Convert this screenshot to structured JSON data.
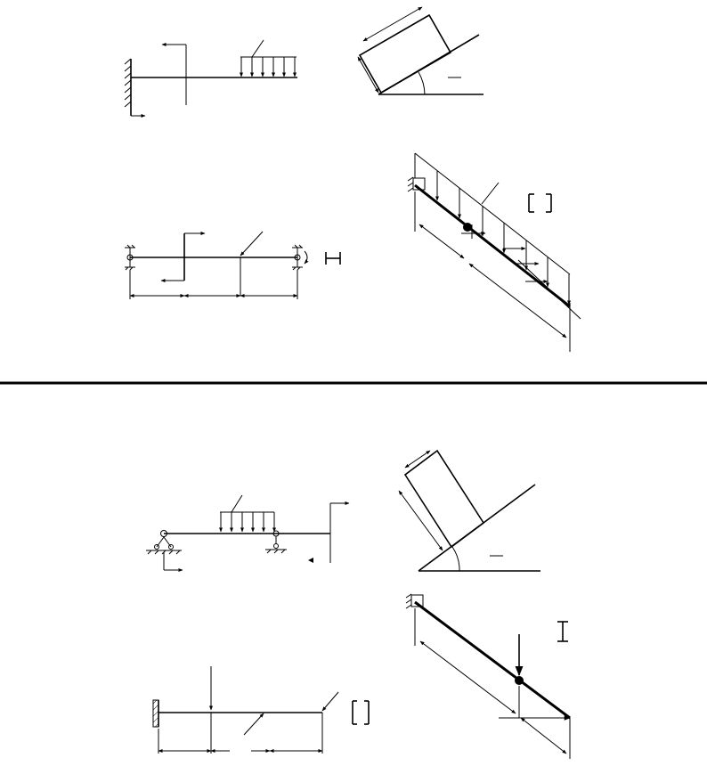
{
  "sheet": {
    "upper_half": [
      "cantilever-with-distributed-load",
      "block-on-incline",
      "inclined-beam-with-distributed-load",
      "simply-supported-beam"
    ],
    "lower_half": [
      "overhang-beam-with-distributed-load",
      "block-on-incline",
      "inclined-beam-with-point-load",
      "cantilever-with-point-load"
    ]
  }
}
